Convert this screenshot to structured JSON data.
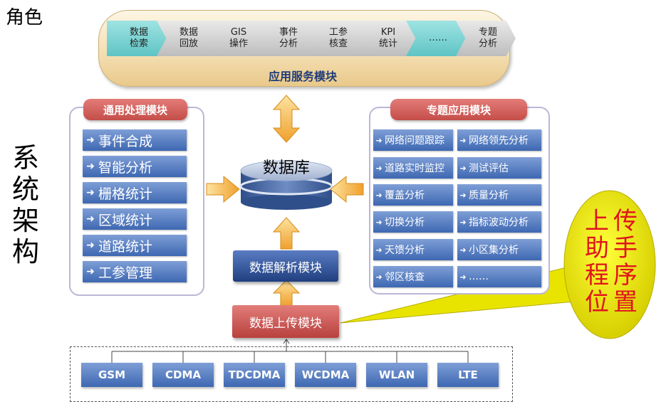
{
  "corner_text": "角色",
  "vertical_title": [
    "系",
    "统",
    "架",
    "构"
  ],
  "app_service": {
    "label": "应用服务模块",
    "steps": [
      {
        "l1": "数据",
        "l2": "检索"
      },
      {
        "l1": "数据",
        "l2": "回放"
      },
      {
        "l1": "GIS",
        "l2": "操作"
      },
      {
        "l1": "事件",
        "l2": "分析"
      },
      {
        "l1": "工参",
        "l2": "核查"
      },
      {
        "l1": "KPI",
        "l2": "统计"
      },
      {
        "l1": "……",
        "l2": ""
      },
      {
        "l1": "专题",
        "l2": "分析"
      }
    ]
  },
  "general_module": {
    "title": "通用处理模块",
    "items": [
      "事件合成",
      "智能分析",
      "栅格统计",
      "区域统计",
      "道路统计",
      "工参管理"
    ]
  },
  "topic_module": {
    "title": "专题应用模块",
    "left_items": [
      "网络问题跟踪",
      "道路实时监控",
      "覆盖分析",
      "切换分析",
      "天馈分析",
      "邻区核查"
    ],
    "right_items": [
      "网络领先分析",
      "测试评估",
      "质量分析",
      "指标波动分析",
      "小区集分析",
      "……"
    ]
  },
  "database_label": "数据库",
  "parse_module": "数据解析模块",
  "upload_module": "数据上传模块",
  "networks": [
    "GSM",
    "CDMA",
    "TDCDMA",
    "WCDMA",
    "WLAN",
    "LTE"
  ],
  "callout": {
    "col1": [
      "上",
      "助",
      "程",
      "位"
    ],
    "col2": [
      "传",
      "手",
      "序",
      "置"
    ]
  },
  "colors": {
    "block_blue": "#3e68b2",
    "header_red": "#c44d49",
    "highlight_cyan": "#5fc4c4",
    "arrow_orange": "#f5a623",
    "callout_yellow": "#e8e400",
    "callout_text": "#e0141c"
  }
}
